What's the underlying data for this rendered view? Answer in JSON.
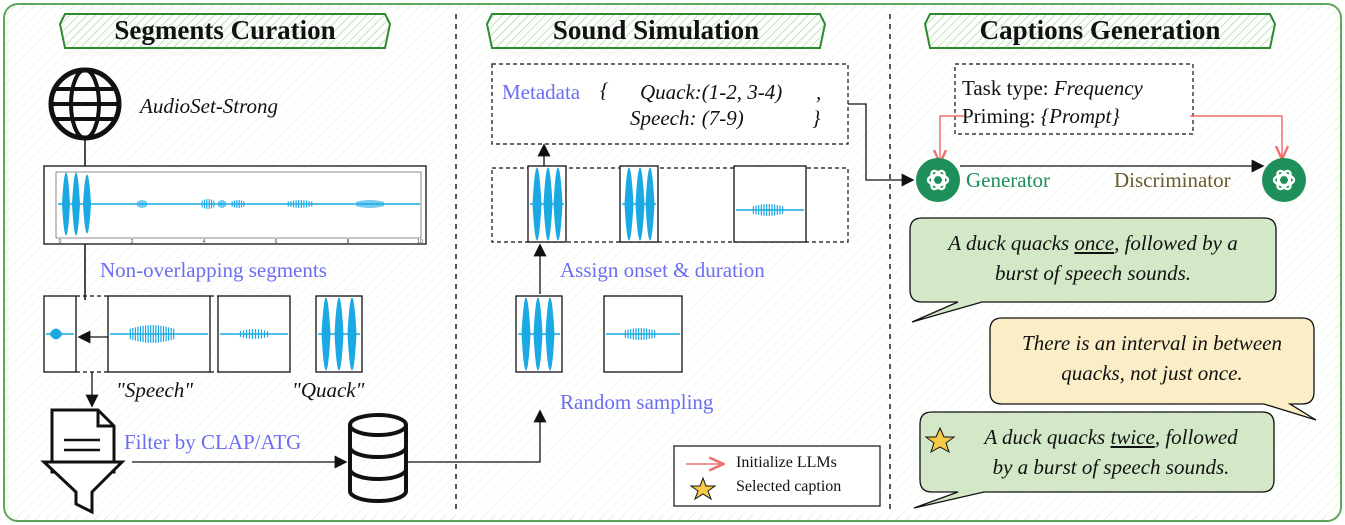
{
  "columns": {
    "curation_title": "Segments Curation",
    "simulation_title": "Sound Simulation",
    "captions_title": "Captions Generation"
  },
  "curation": {
    "source_label": "AudioSet-Strong",
    "nonoverlap_label": "Non-overlapping segments",
    "speech_label": "\"Speech\"",
    "quack_label": "\"Quack\"",
    "filter_label": "Filter by CLAP/ATG",
    "waveform_ticks": [
      "0",
      "2",
      "4",
      "6",
      "8",
      "10"
    ]
  },
  "simulation": {
    "metadata_key": "Metadata",
    "metadata_line1": "Quack:(1-2, 3-4)",
    "metadata_line2": "Speech: (7-9)",
    "assign_label": "Assign onset & duration",
    "sampling_label": "Random sampling"
  },
  "captions": {
    "task_type_key": "Task type:",
    "task_type_value": "Frequency",
    "priming_key": "Priming:",
    "priming_value": "{Prompt}",
    "generator_label": "Generator",
    "discriminator_label": "Discriminator",
    "bubble1_line1_a": "A duck quacks ",
    "bubble1_line1_u": "once",
    "bubble1_line1_b": ", followed by a",
    "bubble1_line2": "burst of speech sounds.",
    "bubble2_line1": "There is an interval in between",
    "bubble2_line2": "quacks, not just once.",
    "bubble3_line1_a": "A duck quacks ",
    "bubble3_line1_u": "twice",
    "bubble3_line1_b": ", followed",
    "bubble3_line2": "by a burst of speech sounds."
  },
  "legend": {
    "init_llms": "Initialize LLMs",
    "selected_caption": "Selected caption"
  },
  "colors": {
    "accent_blue": "#6b6ef0",
    "wave": "#1aa9e3",
    "green_bubble": "#d3e8c7",
    "yellow_bubble": "#fbeec7",
    "red_arrow": "#f07070",
    "title_green": "#2f8a2f",
    "discriminator_brown": "#6b5a2e",
    "llm_green": "#1f8f5a"
  }
}
